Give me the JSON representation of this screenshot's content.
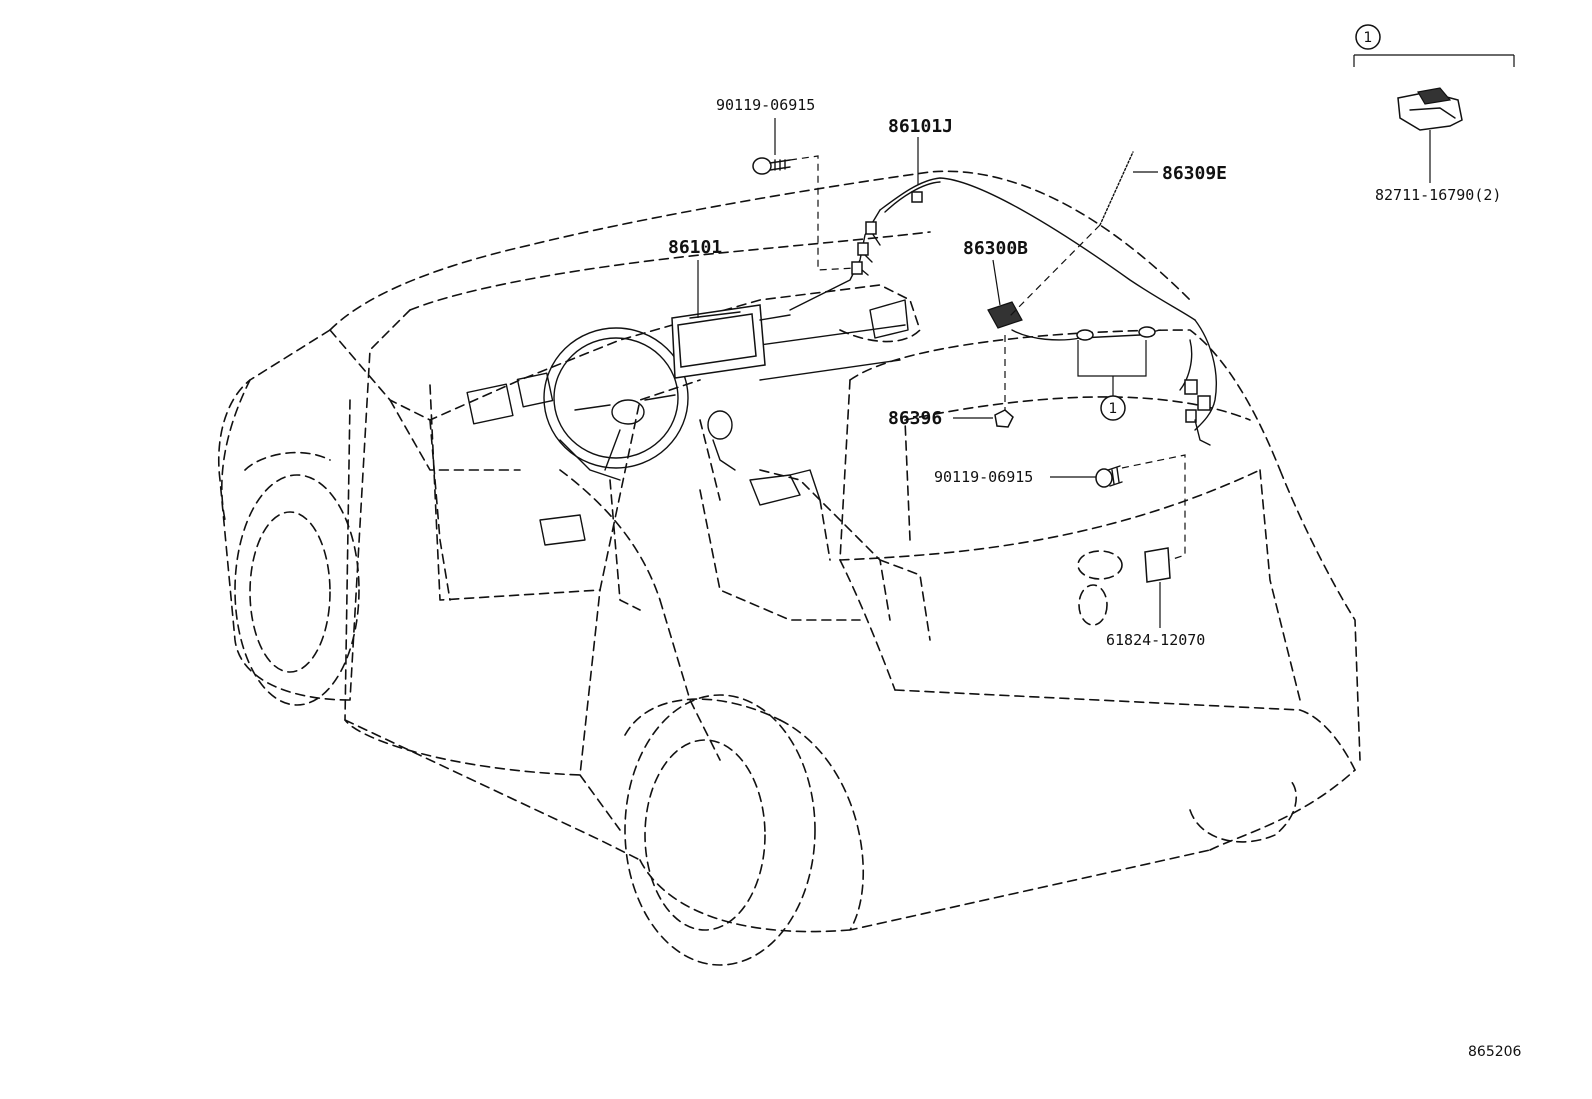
{
  "parts": {
    "screw_top": "90119-06915",
    "wire_j": "86101J",
    "display": "86101",
    "antenna_cord": "86309E",
    "antenna": "86300B",
    "clip": "86396",
    "screw_mid": "90119-06915",
    "label_plate": "61824-12070",
    "clamp": "82711-16790(2)"
  },
  "callouts": {
    "group_marker": "1",
    "clip_group_marker": "1"
  },
  "drawing_ref": "865206"
}
